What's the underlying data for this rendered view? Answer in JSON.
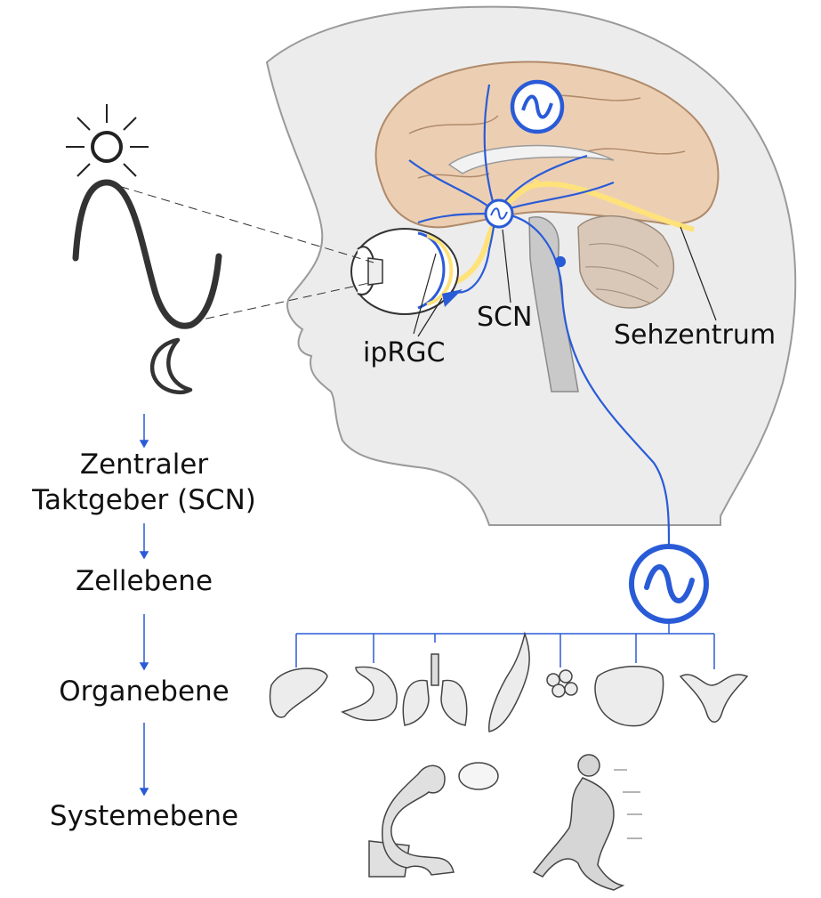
{
  "colors": {
    "blue": "#2a5bd7",
    "yellow": "#ffe27a",
    "brain": "#eccfb3",
    "head_fill": "#ececec",
    "ink": "#222222"
  },
  "labels": {
    "scn": "SCN",
    "iprgc": "ipRGC",
    "sehzentrum": "Sehzentrum"
  },
  "levels": [
    {
      "line1": "Zentraler",
      "line2": "Taktgeber (SCN)"
    },
    {
      "line1": "Zellebene"
    },
    {
      "line1": "Organebene"
    },
    {
      "line1": "Systemebene"
    }
  ],
  "icons": {
    "sun": "sun-icon",
    "moon": "moon-icon",
    "oscillator": "oscillator-icon",
    "organs": [
      "liver-icon",
      "stomach-icon",
      "lungs-icon",
      "muscle-icon",
      "pancreas-icon",
      "intestine-icon",
      "uterus-icon"
    ],
    "systems": [
      "thinker-icon",
      "runner-icon"
    ]
  }
}
